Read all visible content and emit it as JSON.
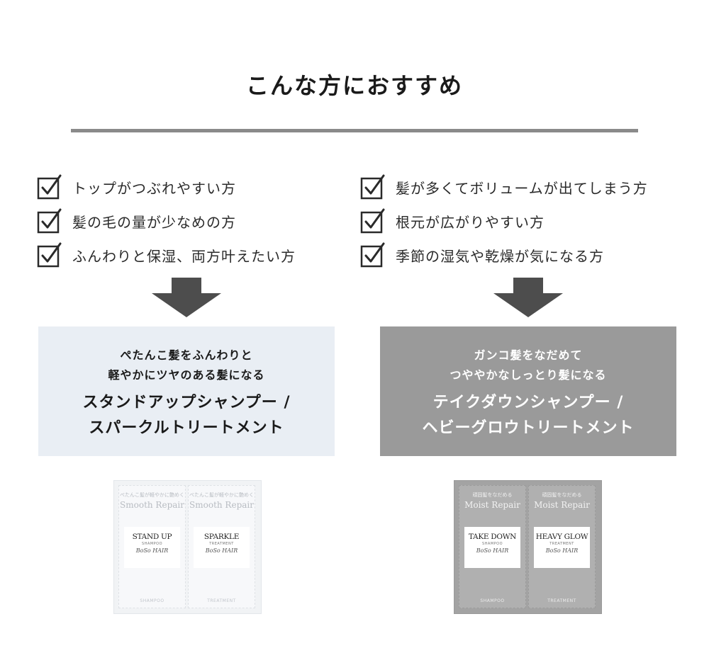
{
  "heading": "こんな方におすすめ",
  "left": {
    "checklist": [
      "トップがつぶれやすい方",
      "髪の毛の量が少なめの方",
      "ふんわりと保湿、両方叶えたい方"
    ],
    "panel": {
      "sub_line1": "ぺたんこ髪をふんわりと",
      "sub_line2": "軽やかにツヤのある髪になる",
      "main_line1": "スタンドアップシャンプー /",
      "main_line2": "スパークルトリートメント",
      "background": "#e9eef4"
    },
    "product": {
      "sachet1": {
        "tag": "ぺたんこ髪が軽やかに艶めく",
        "series": "Smooth Repair",
        "name": "STAND UP",
        "type": "SHAMPOO",
        "logo": "BoSo HAIR",
        "foot": "SHAMPOO"
      },
      "sachet2": {
        "tag": "ぺたんこ髪が軽やかに艶めく",
        "series": "Smooth Repair",
        "name": "SPARKLE",
        "type": "TREATMENT",
        "logo": "BoSo HAIR",
        "foot": "TREATMENT"
      }
    }
  },
  "right": {
    "checklist": [
      "髪が多くてボリュームが出てしまう方",
      "根元が広がりやすい方",
      "季節の湿気や乾燥が気になる方"
    ],
    "panel": {
      "sub_line1": "ガンコ髪をなだめて",
      "sub_line2": "つややかなしっとり髪になる",
      "main_line1": "テイクダウンシャンプー /",
      "main_line2": "ヘビーグロウトリートメント",
      "background": "#9a9a9a"
    },
    "product": {
      "sachet1": {
        "tag": "頑固髪をなだめる",
        "series": "Moist Repair",
        "name": "TAKE DOWN",
        "type": "SHAMPOO",
        "logo": "BoSo HAIR",
        "foot": "SHAMPOO"
      },
      "sachet2": {
        "tag": "頑固髪をなだめる",
        "series": "Moist Repair",
        "name": "HEAVY GLOW",
        "type": "TREATMENT",
        "logo": "BoSo HAIR",
        "foot": "TREATMENT"
      }
    }
  },
  "icons": {
    "checkbox": "checkbox-checked-icon",
    "arrow": "arrow-down-icon"
  },
  "colors": {
    "rule": "#8a8a8a",
    "arrow": "#4d4d4d",
    "text": "#1a1a1a"
  }
}
